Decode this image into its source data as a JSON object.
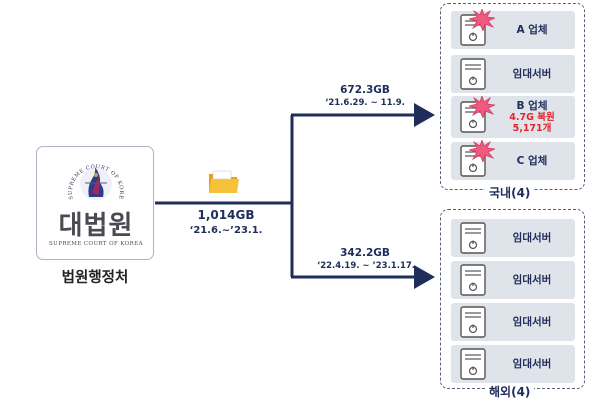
{
  "source": {
    "logo_title": "대법원",
    "logo_subtitle": "SUPREME COURT OF KOREA",
    "logo_ring_text": "SUPREME COURT OF KOREA",
    "org_name": "법원행정처"
  },
  "total": {
    "size": "1,014GB",
    "period": "‘21.6.~’23.1."
  },
  "branches": {
    "domestic": {
      "size": "672.3GB",
      "period": "‘21.6.29. ~ 11.9."
    },
    "overseas": {
      "size": "342.2GB",
      "period": "‘22.4.19. ~ ’23.1.17."
    }
  },
  "groups": {
    "domestic": {
      "label": "국내(4)",
      "servers": [
        {
          "label": "A 업체",
          "note1": "",
          "note2": "",
          "burst": true
        },
        {
          "label": "임대서버",
          "note1": "",
          "note2": "",
          "burst": false
        },
        {
          "label": "B 업체",
          "note1": "4.7G 복원",
          "note2": "5,171개",
          "burst": true
        },
        {
          "label": "C 업체",
          "note1": "",
          "note2": "",
          "burst": true
        }
      ]
    },
    "overseas": {
      "label": "해외(4)",
      "servers": [
        {
          "label": "임대서버"
        },
        {
          "label": "임대서버"
        },
        {
          "label": "임대서버"
        },
        {
          "label": "임대서버"
        }
      ]
    }
  },
  "colors": {
    "line": "#1f2d5a",
    "card": "#dfe3ea",
    "alert": "#e4232b",
    "burst": "#f05a7e",
    "folder": "#f2b21b"
  }
}
